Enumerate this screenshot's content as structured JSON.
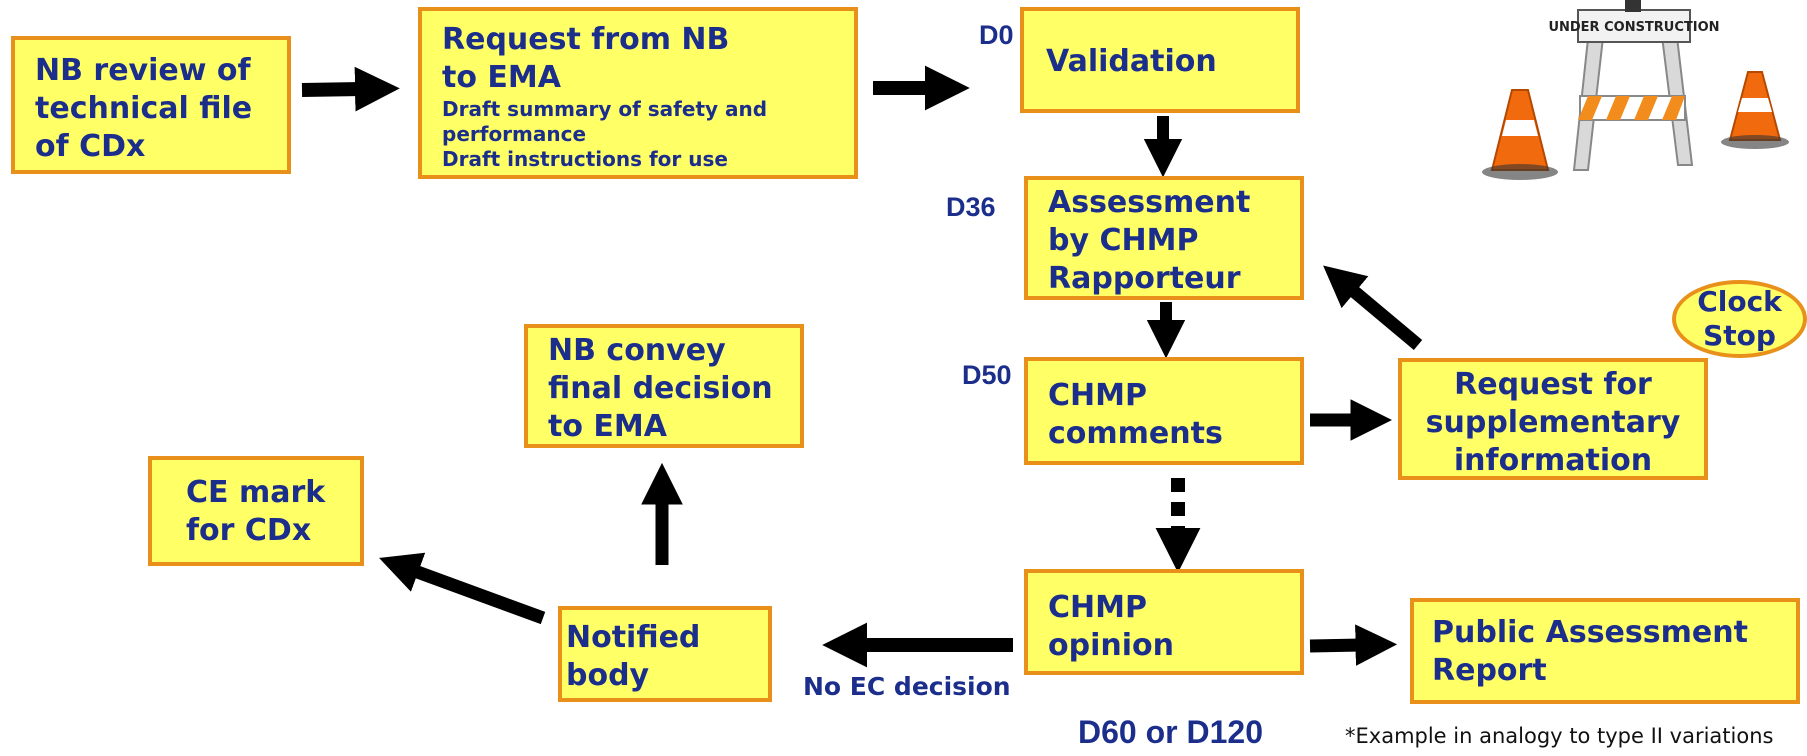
{
  "boxes": {
    "nb_review": [
      "NB review of",
      "technical file",
      "of CDx"
    ],
    "request": {
      "title": [
        "Request from NB",
        "to EMA"
      ],
      "details": [
        "Draft summary of safety and",
        "performance",
        "Draft instructions for use"
      ]
    },
    "validation": [
      "Validation"
    ],
    "assessment": [
      "Assessment",
      "by CHMP",
      "Rapporteur"
    ],
    "chmp_comments": [
      "CHMP",
      "comments"
    ],
    "supplementary": [
      "Request for",
      "supplementary",
      "information"
    ],
    "chmp_opinion": [
      "CHMP",
      "opinion"
    ],
    "public_report": [
      "Public Assessment",
      "Report"
    ],
    "notified_body": [
      "Notified",
      "body"
    ],
    "nb_convey": [
      "NB convey",
      "final decision",
      "to EMA"
    ],
    "ce_mark": [
      "CE mark",
      "for CDx"
    ]
  },
  "day_labels": {
    "d0": "D0",
    "d36": "D36",
    "d50": "D50",
    "d60_d120": "D60 or D120"
  },
  "no_ec_decision": "No EC decision",
  "clock_stop": [
    "Clock",
    "Stop"
  ],
  "sign_text": "UNDER CONSTRUCTION",
  "footnote": "*Example in analogy to type II variations",
  "colors": {
    "box_fill": "#ffff66",
    "box_border": "#e8901a",
    "text": "#1c2e8c",
    "arrow": "#000000"
  }
}
